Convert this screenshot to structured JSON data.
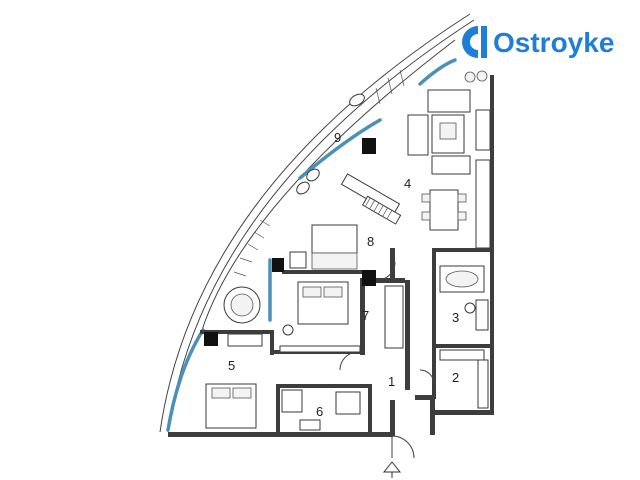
{
  "brand": {
    "name": "Ostroyke",
    "color": "#1f7fd6"
  },
  "rooms": [
    {
      "label": "1"
    },
    {
      "label": "2"
    },
    {
      "label": "3"
    },
    {
      "label": "4"
    },
    {
      "label": "5"
    },
    {
      "label": "6"
    },
    {
      "label": "7"
    },
    {
      "label": "8"
    },
    {
      "label": "9"
    }
  ],
  "colors": {
    "walls": "#3d3d3d",
    "glazing": "#4a90b8",
    "background": "#ffffff"
  },
  "icons": [
    "entrance-arrow-icon",
    "logo-icon"
  ]
}
